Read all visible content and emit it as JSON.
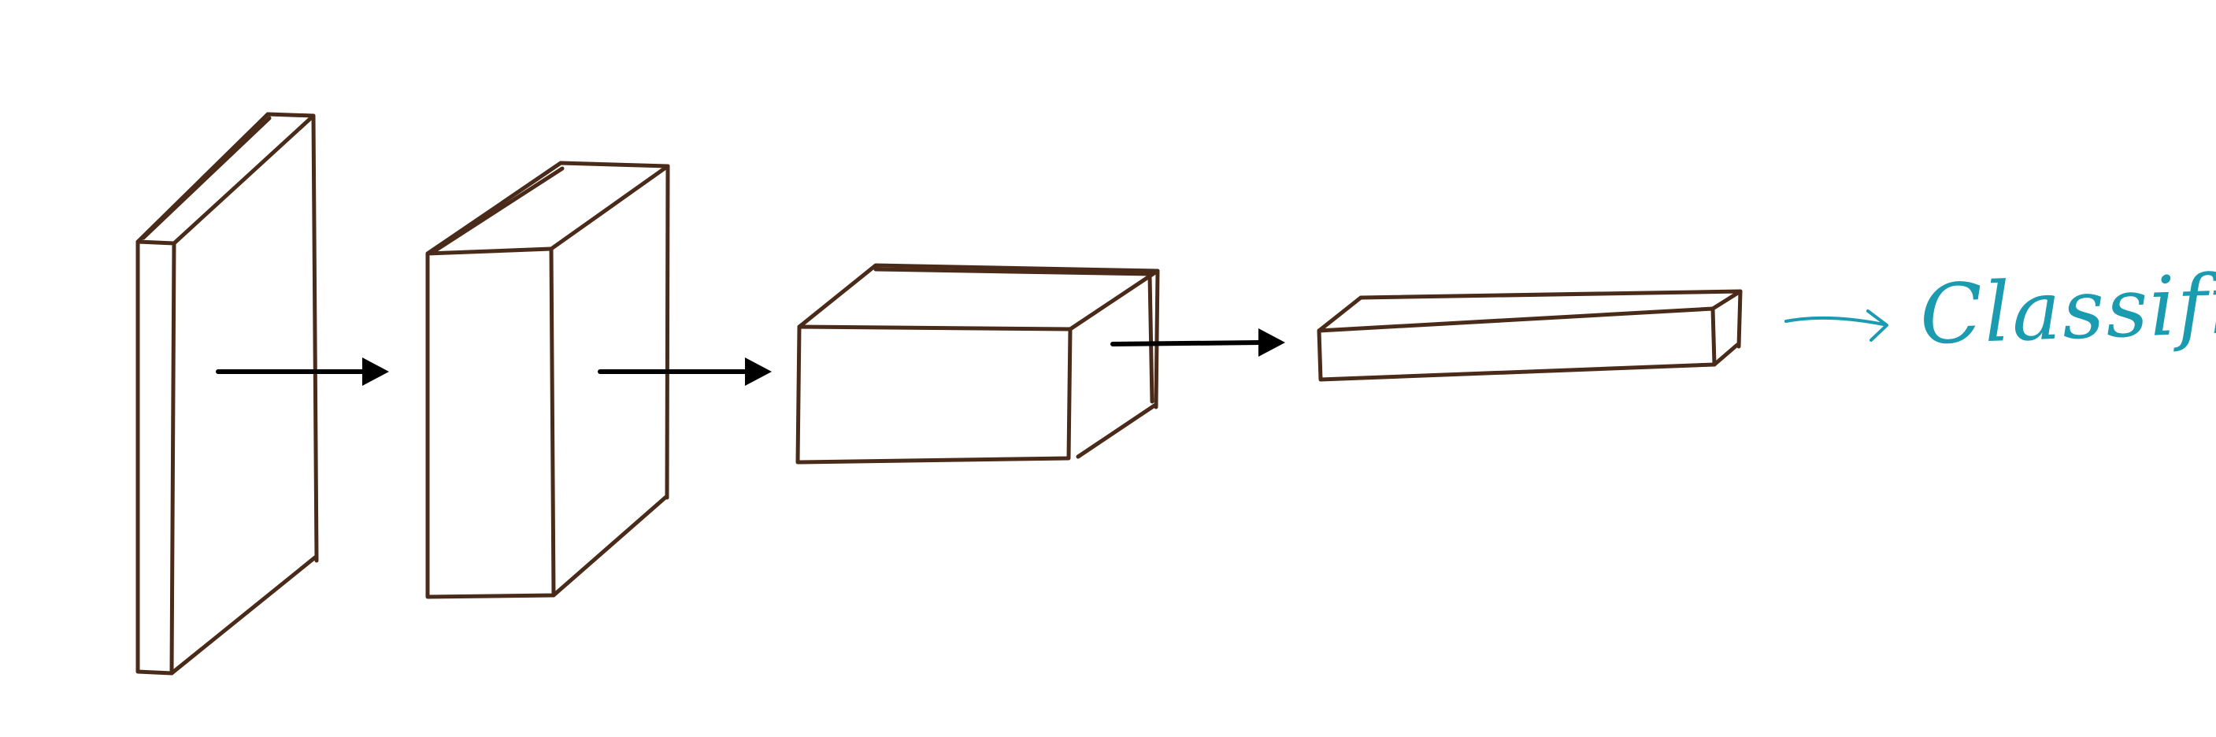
{
  "colors": {
    "ink": "#4a2b1a",
    "arrow": "#000000",
    "label": "#1a9bb0",
    "background": "#ffffff"
  },
  "blocks": [
    {
      "name": "feature-map-1",
      "shape": "tall-thin"
    },
    {
      "name": "feature-map-2",
      "shape": "tall-deep"
    },
    {
      "name": "feature-map-3",
      "shape": "short-wide"
    },
    {
      "name": "feature-map-4",
      "shape": "flat-long"
    }
  ],
  "classifier": {
    "label": "Classifier"
  }
}
